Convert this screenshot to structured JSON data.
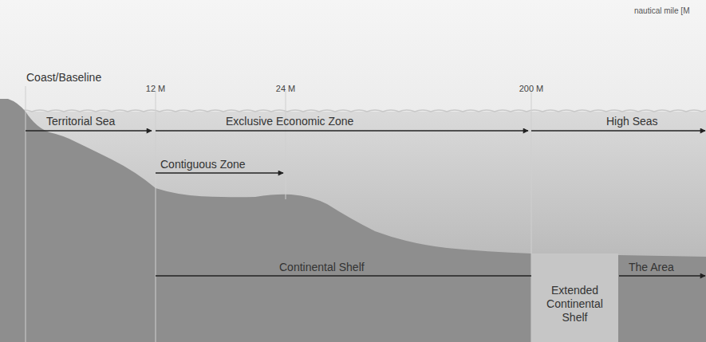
{
  "diagram": {
    "nodes": [
      {
        "text": [
          "Extended Continental Shelf"
        ]
      }
    ],
    "labels": [
      "nautical mile [M",
      "Coast/Baseline",
      "12 M",
      "24 M",
      "200 M",
      "Territorial Sea",
      "Exclusive Economic Zone",
      "High Seas",
      "Contiguous Zone",
      "Continental Shelf",
      "The Area"
    ]
  }
}
